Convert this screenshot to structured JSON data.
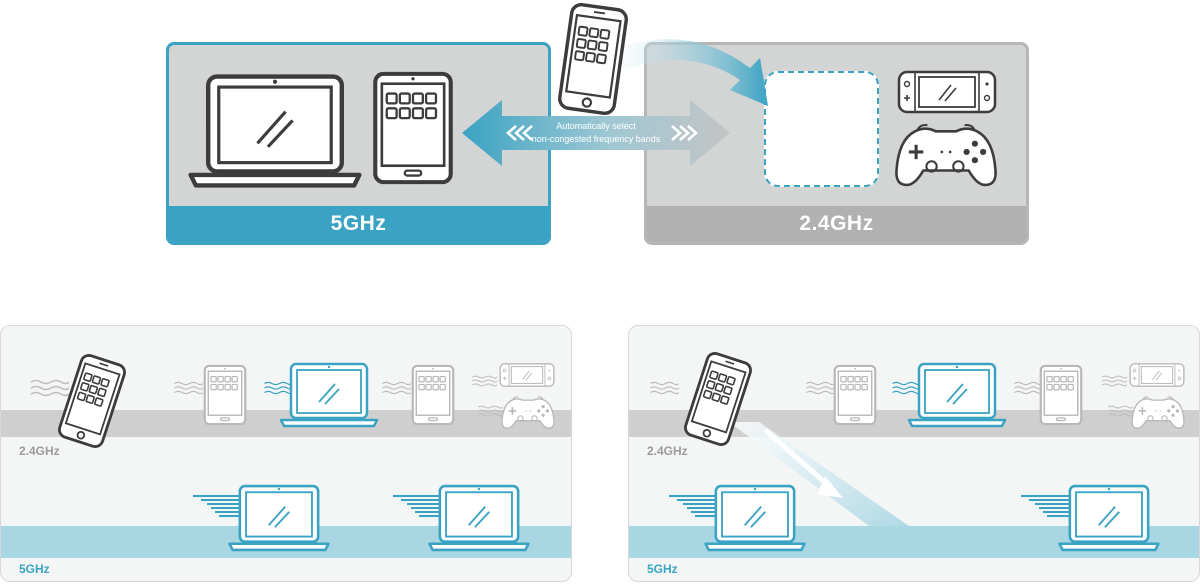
{
  "top": {
    "band_5ghz_label": "5GHz",
    "band_24ghz_label": "2.4GHz",
    "arrow_text_line1": "Automatically select",
    "arrow_text_line2": "non-congested frequency bands"
  },
  "bottom_left": {
    "band_24_label": "2.4GHz",
    "band_5_label": "5GHz"
  },
  "bottom_right": {
    "band_24_label": "2.4GHz",
    "band_5_label": "5GHz"
  },
  "colors": {
    "accent_blue": "#3aa3c3",
    "light_blue": "#a9d6e3",
    "gray_band": "#b1b1b1",
    "panel_gray": "#d3d4d4",
    "outline_dark": "#3c3c3c",
    "outline_light": "#b8b8b8"
  }
}
